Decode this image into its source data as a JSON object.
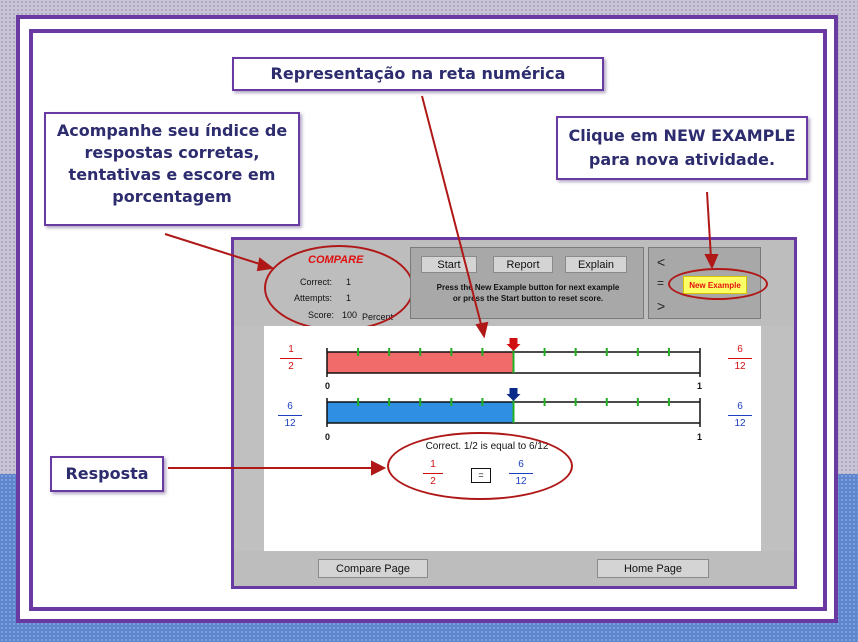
{
  "callouts": {
    "number_line": "Representação na reta numérica",
    "score_line1": "Acompanhe seu índice de",
    "score_line2": "respostas corretas,",
    "score_line3": "tentativas e escore em",
    "score_line4": "porcentagem",
    "new_example_pre": "Clique em ",
    "new_example_bold": "NEW EXAMPLE",
    "new_example_post": "para nova atividade.",
    "answer": "Resposta"
  },
  "score": {
    "title": "COMPARE",
    "correct_label": "Correct:",
    "correct_value": "1",
    "attempts_label": "Attempts:",
    "attempts_value": "1",
    "score_label": "Score:",
    "score_value": "100",
    "score_unit": "Percent"
  },
  "controls": {
    "start": "Start",
    "report": "Report",
    "explain": "Explain",
    "instruction_line1": "Press the New Example button for next example",
    "instruction_line2": "or press the Start button to reset score.",
    "new_example": "New Example",
    "nav_prev": "<",
    "nav_eq": "=",
    "nav_next": ">"
  },
  "fractions": {
    "left_top": {
      "num": "1",
      "den": "2"
    },
    "right_top": {
      "num": "6",
      "den": "12"
    },
    "left_bottom": {
      "num": "6",
      "den": "12"
    },
    "right_bottom": {
      "num": "6",
      "den": "12"
    }
  },
  "number_lines": {
    "start_label": "0",
    "end_label": "1",
    "top": {
      "divisions": 12,
      "filled": 6,
      "fill_fraction": 0.5,
      "fill_color": "#f26b6b",
      "marker_color": "#d01010"
    },
    "bottom": {
      "divisions": 12,
      "filled": 6,
      "fill_fraction": 0.5,
      "fill_color": "#2f8fe3",
      "marker_color": "#0a2a8a"
    }
  },
  "answer": {
    "text": "Correct. 1/2 is equal to 6/12",
    "left": {
      "num": "1",
      "den": "2"
    },
    "operator": "=",
    "right": {
      "num": "6",
      "den": "12"
    }
  },
  "footer": {
    "compare_page": "Compare Page",
    "home_page": "Home Page"
  },
  "colors": {
    "frame": "#6a3aa3",
    "callout_text": "#2c2c6e",
    "annotation": "#b01818",
    "red_fraction": "#d01010",
    "blue_fraction": "#1a3fbf"
  }
}
